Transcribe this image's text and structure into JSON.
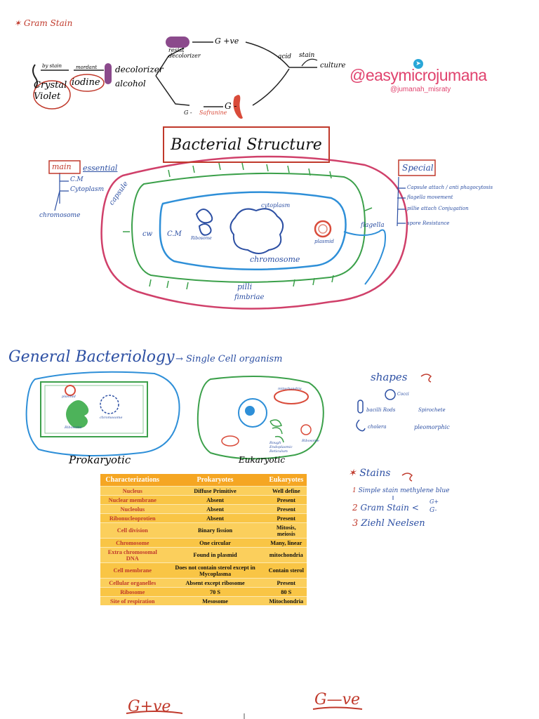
{
  "gram_stain": {
    "heading": "Gram Stain",
    "crystal_violet": "Crystal Violet",
    "iodine": "iodine",
    "mordant": "mordant",
    "by_stain": "by stain",
    "decolorizer": "decolorizer",
    "alcohol": "alcohol",
    "resist_decolorizer": "resist decolorizer",
    "g_positive": "G +ve",
    "g_negative": "G -",
    "g_negative_small": "G -",
    "safranin": "Safranine",
    "acid": "acid",
    "stain": "stain",
    "culture": "culture"
  },
  "brand": {
    "handle": "@easymicrojumana",
    "sub": "@jumanah_misraty",
    "icon": "telegram-icon"
  },
  "bacterial_structure": {
    "title": "Bacterial Structure",
    "main": "main",
    "essential": "essential",
    "main_items": [
      "C.M",
      "Cytoplasm",
      "chromosome"
    ],
    "capsule": "capsule",
    "cw": "cw",
    "cm": "C.M",
    "ribosome": "Ribosome",
    "cytoplasm": "cytoplasm",
    "chromosome": "chromosome",
    "plasmid": "plasmid",
    "flagella": "flagella",
    "pilli": "pilli",
    "fimbriae": "fimbriae",
    "special": "Special",
    "special_items": [
      "Capsule attach / anti phagocytosis",
      "flagella movement",
      "pillie attach Conjugation",
      "spore Resistance"
    ]
  },
  "general": {
    "title": "General Bacteriology",
    "subtitle": "Single Cell organism",
    "prokaryotic": "Prokaryotic",
    "eukaryotic": "Eukaryotic",
    "pro_labels": [
      "plasmid",
      "chromosome",
      "Ribosome"
    ],
    "euk_labels": [
      "mitochondria",
      "Rough Endoplasmic Reticulum",
      "Ribosome"
    ]
  },
  "shapes": {
    "title": "shapes",
    "items": [
      "Cocci",
      "bacilli Rods",
      "Spirochete",
      "cholera",
      "pleomorphic"
    ]
  },
  "stains": {
    "title": "Stains",
    "items": [
      "Simple stain methylene blue",
      "Gram Stain",
      "Ziehl Neelsen"
    ],
    "gram_branches": [
      "G+",
      "G-"
    ]
  },
  "table": {
    "headers": [
      "Characterizations",
      "Prokaryotes",
      "Eukaryotes"
    ],
    "rows": [
      [
        "Nucleus",
        "Diffuse Primitive",
        "Well define"
      ],
      [
        "Nuclear membrane",
        "Absent",
        "Present"
      ],
      [
        "Nucleolus",
        "Absent",
        "Present"
      ],
      [
        "Ribonucleoprotien",
        "Absent",
        "Present"
      ],
      [
        "Cell division",
        "Binary fission",
        "Mitosis, meiosis"
      ],
      [
        "Chromosome",
        "One circular",
        "Many, linear"
      ],
      [
        "Extra chromosomal DNA",
        "Found in plasmid",
        "mitochondria"
      ],
      [
        "Cell membrane",
        "Does not contain sterol except in Mycoplasma",
        "Contain sterol"
      ],
      [
        "Cellular organelles",
        "Absent except ribosome",
        "Present"
      ],
      [
        "Ribosome",
        "70 S",
        "80 S"
      ],
      [
        "Site of respiration",
        "Mesosome",
        "Mitochondria"
      ]
    ]
  },
  "bottom": {
    "g_pos": "G+ve",
    "g_neg": "G—ve"
  },
  "colors": {
    "red": "#c0392b",
    "blue": "#2c4fa3",
    "green": "#3ba04a",
    "pink": "#d0406a",
    "purple": "#8b4a8c",
    "brand": "#e0436e",
    "table_header": "#f5a623",
    "table_body": "#fbcf5c"
  }
}
